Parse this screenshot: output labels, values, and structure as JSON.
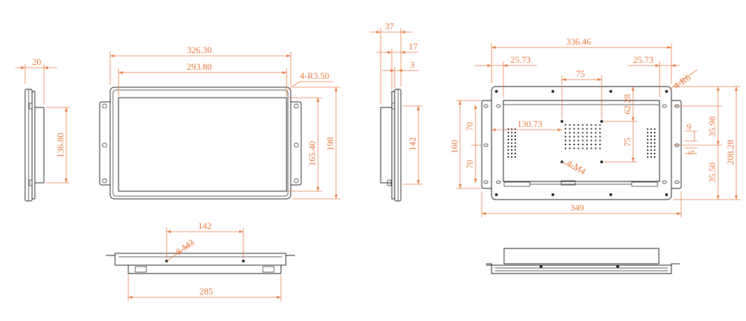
{
  "colors": {
    "dimension": "#e8743b",
    "outline": "#1a1a1a",
    "background": "#ffffff"
  },
  "side_view_left": {
    "thickness": "20",
    "hole_span": "136.80"
  },
  "front_view": {
    "outer_width": "326.30",
    "screen_width": "293.80",
    "corner_radius": "4-R3.50",
    "screen_height": "165.40",
    "outer_height": "198"
  },
  "side_view_right": {
    "total_depth": "37",
    "rear_depth": "17",
    "bezel_depth": "3",
    "hole_span": "142"
  },
  "rear_view": {
    "outer_width": "336.46",
    "edge_offset_left": "25.73",
    "edge_offset_right": "25.73",
    "corner_radius": "4-R6",
    "vesa_spacing": "75",
    "vesa_top": "62.28",
    "vesa_left": "130.73",
    "vesa_vertical": "75",
    "vesa_screw": "4-M4",
    "ear_slot_width": "9",
    "ear_slot_height": "5",
    "ear_upper": "35.98",
    "ear_lower": "35.50",
    "total_height": "208.28",
    "ear_total_span": "160",
    "ear_pitch_upper": "70",
    "ear_pitch_lower": "70",
    "bracket_width": "349"
  },
  "bottom_view_left": {
    "screw_spacing": "142",
    "screw_label": "8-M3",
    "base_width": "285"
  }
}
